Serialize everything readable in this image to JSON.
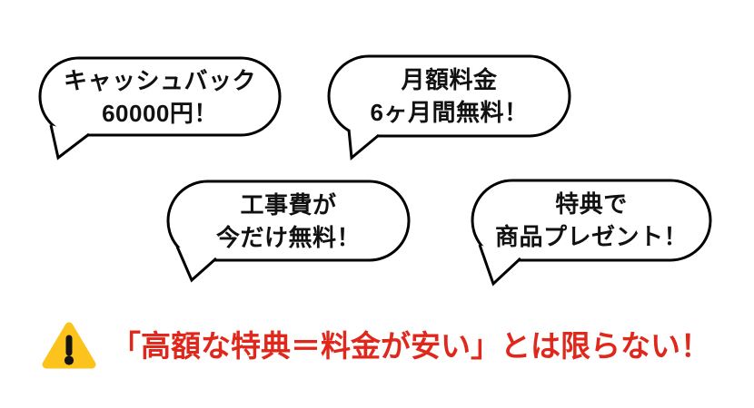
{
  "page": {
    "background": "#ffffff"
  },
  "bubbles": [
    {
      "line1": "キャッシュバック",
      "line2": "60000円！"
    },
    {
      "line1": "月額料金",
      "line2": "6ヶ月間無料！"
    },
    {
      "line1": "工事費が",
      "line2": "今だけ無料！"
    },
    {
      "line1": "特典で",
      "line2": "商品プレゼント！"
    }
  ],
  "warning": {
    "text": "「高額な特典＝料金が安い」とは限らない！",
    "icon": "warning-triangle-icon"
  },
  "colors": {
    "page_bg": "#ffffff",
    "bubble_fill": "#ffffff",
    "bubble_border": "#000000",
    "warning_text": "#e0271b",
    "warning_icon": "#fcc31c",
    "exclamation": "#141414"
  }
}
